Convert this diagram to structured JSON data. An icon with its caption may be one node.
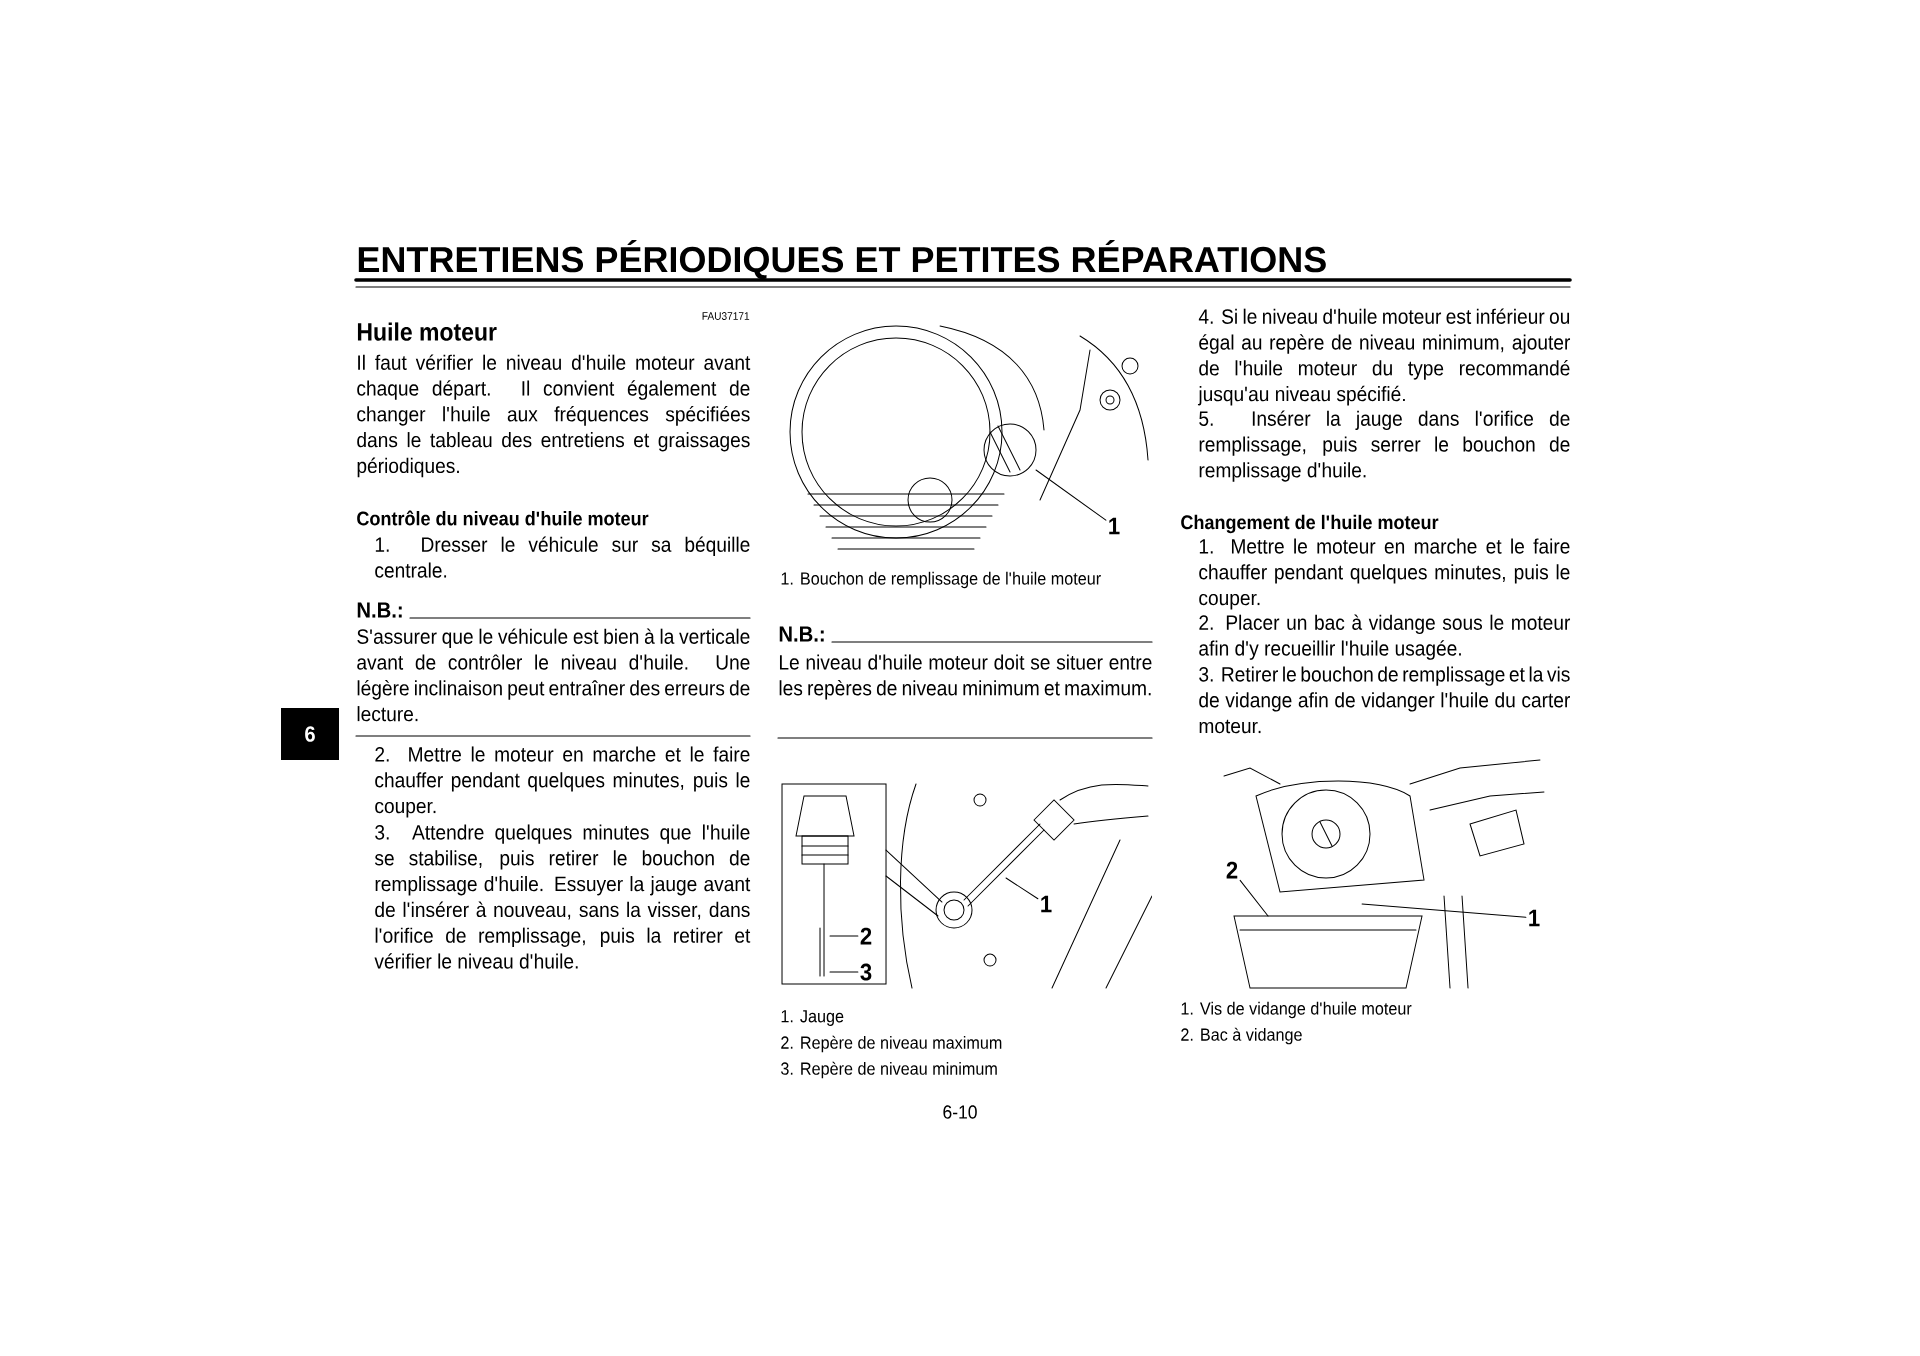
{
  "diagram": {
    "title": "ENTRETIENS PÉRIODIQUES ET PETITES RÉPARATIONS",
    "nodes": [
      {
        "text": [
          "1"
        ]
      },
      {
        "text": [
          "1"
        ]
      },
      {
        "text": [
          "2"
        ]
      },
      {
        "text": [
          "3"
        ]
      },
      {
        "text": [
          "2"
        ]
      },
      {
        "text": [
          "1"
        ]
      }
    ],
    "edges": [
      {
        "from": 0,
        "to": null,
        "arrow": "none"
      },
      {
        "from": 1,
        "to": null,
        "arrow": "none"
      },
      {
        "from": 2,
        "to": null,
        "arrow": "none"
      },
      {
        "from": 3,
        "to": null,
        "arrow": "none"
      },
      {
        "from": 4,
        "to": null,
        "arrow": "none"
      },
      {
        "from": 5,
        "to": null,
        "arrow": "none"
      }
    ],
    "labels": [
      "6",
      "FAU37171",
      "Huile moteur",
      "Il faut vérifier le niveau d'huile moteur avant chaque départ. Il convient également de changer l'huile aux fréquences spécifiées dans le tableau des entretiens et graissages périodiques.",
      "Contrôle du niveau d'huile moteur",
      "1. Dresser le véhicule sur sa béquille centrale.",
      "N.B.:",
      "S'assurer que le véhicule est bien à la verticale avant de contrôler le niveau d'huile. Une légère inclinaison peut entraîner des erreurs de lecture.",
      "2. Mettre le moteur en marche et le faire chauffer pendant quelques minutes, puis le couper.",
      "3. Attendre quelques minutes que l'huile se stabilise, puis retirer le bouchon de remplissage d'huile. Essuyer la jauge avant de l'insérer à nouveau, sans la visser, dans l'orifice de remplissage, puis la retirer et vérifier le niveau d'huile.",
      "1. Bouchon de remplissage de l'huile moteur",
      "N.B.:",
      "Le niveau d'huile moteur doit se situer entre les repères de niveau minimum et maximum.",
      "1. Jauge",
      "2. Repère de niveau maximum",
      "3. Repère de niveau minimum",
      "4. Si le niveau d'huile moteur est inférieur ou égal au repère de niveau minimum, ajouter de l'huile moteur du type recommandé jusqu'au niveau spécifié.",
      "5. Insérer la jauge dans l'orifice de remplissage, puis serrer le bouchon de remplissage d'huile.",
      "Changement de l'huile moteur",
      "1. Mettre le moteur en marche et le faire chauffer pendant quelques minutes, puis le couper.",
      "2. Placer un bac à vidange sous le moteur afin d'y recueillir l'huile usagée.",
      "3. Retirer le bouchon de remplissage et la vis de vidange afin de vidanger l'huile du carter moteur.",
      "1. Vis de vidange d'huile moteur",
      "2. Bac à vidange",
      "6-10"
    ]
  }
}
